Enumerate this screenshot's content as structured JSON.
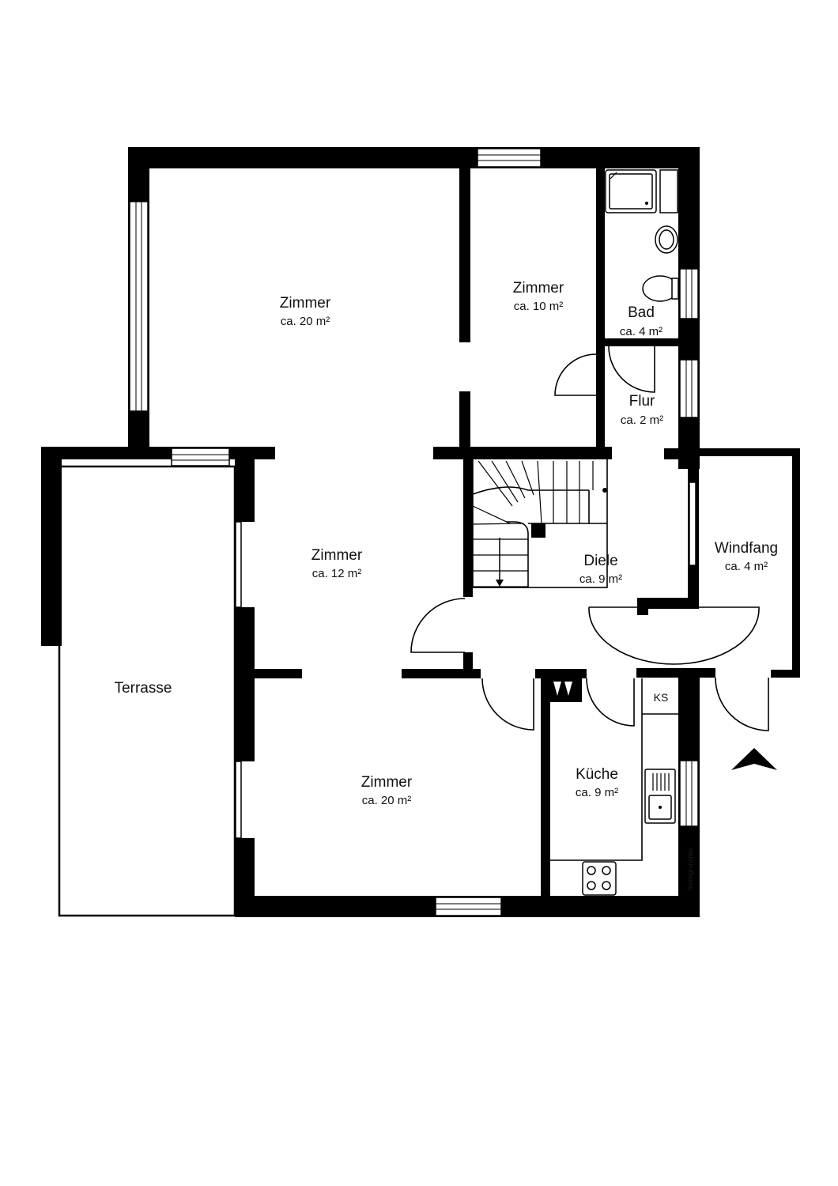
{
  "rooms": {
    "zimmer_top_left": {
      "name": "Zimmer",
      "area": "ca. 20 m²"
    },
    "zimmer_top_right": {
      "name": "Zimmer",
      "area": "ca. 10 m²"
    },
    "bad": {
      "name": "Bad",
      "area": "ca. 4 m²"
    },
    "flur": {
      "name": "Flur",
      "area": "ca. 2 m²"
    },
    "zimmer_middle": {
      "name": "Zimmer",
      "area": "ca. 12 m²"
    },
    "diele": {
      "name": "Diele",
      "area": "ca. 9 m²"
    },
    "windfang": {
      "name": "Windfang",
      "area": "ca. 4  m²"
    },
    "terrasse": {
      "name": "Terrasse"
    },
    "zimmer_bottom": {
      "name": "Zimmer",
      "area": "ca. 20 m²"
    },
    "kueche": {
      "name": "Küche",
      "area": "ca. 9 m²"
    }
  },
  "labels": {
    "fridge": "KS",
    "brand": "Immogrundriss"
  },
  "icons": {
    "entrance": "entrance-arrow-icon",
    "stairs_direction": "arrow-down-icon"
  }
}
